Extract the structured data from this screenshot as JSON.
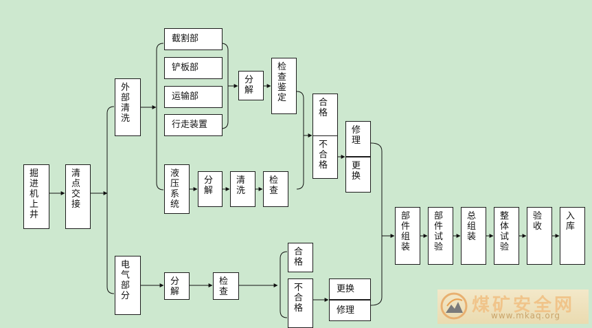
{
  "nodes": {
    "n1": "掘进机上井",
    "n2": "清点交接",
    "outer_clean": "外部清洗",
    "elec": "电气部分",
    "cut": "截割部",
    "shovel": "铲板部",
    "conveyor": "运输部",
    "travel": "行走装置",
    "hydraulic": "液压系统",
    "decomp1": "分解",
    "inspect_eval": "检查鉴定",
    "decomp2": "分解",
    "wash": "清洗",
    "inspect1": "检查",
    "pass1": "合格",
    "fail1": "不合格",
    "repair1": "修理",
    "replace1": "更换",
    "decomp3": "分解",
    "inspect2": "检查",
    "pass2": "合格",
    "fail2": "不合格",
    "replace2": "更换",
    "repair2": "修理",
    "assembly": "部件组装",
    "parttest": "部件试验",
    "totalassy": "总组装",
    "fulltest": "整体试验",
    "accept": "验收",
    "storage": "入库"
  },
  "watermark": {
    "title": "煤矿安全网",
    "url": "www.mkaq.org"
  }
}
